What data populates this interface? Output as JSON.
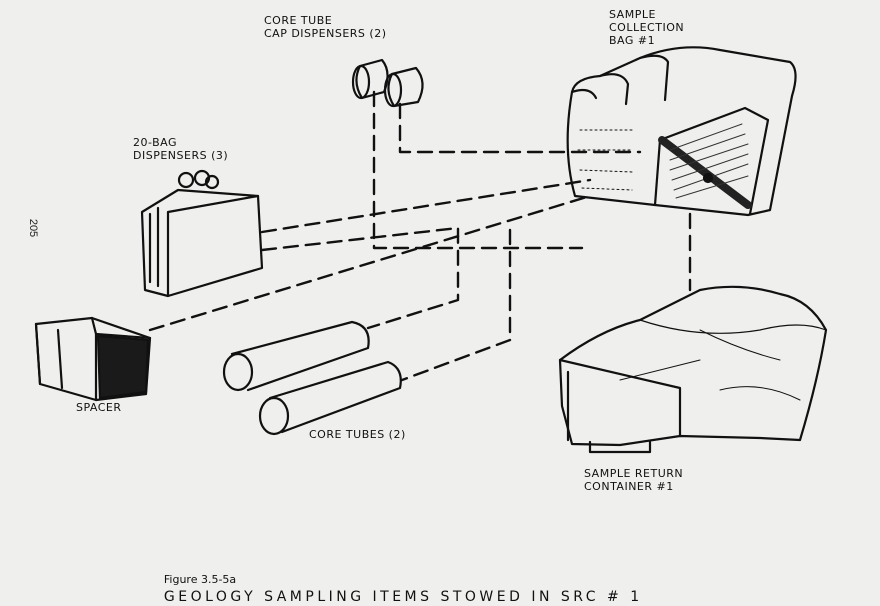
{
  "page_number": "205",
  "labels": {
    "core_tube_cap_dispensers": "CORE TUBE\nCAP DISPENSERS (2)",
    "sample_collection_bag": "SAMPLE\nCOLLECTION\nBAG #1",
    "bag_dispensers": "20-BAG\nDISPENSERS (3)",
    "spacer": "SPACER",
    "core_tubes": "CORE TUBES (2)",
    "sample_return_container": "SAMPLE RETURN\nCONTAINER #1"
  },
  "caption": {
    "figure_number": "Figure 3.5-5a",
    "title": "GEOLOGY SAMPLING ITEMS STOWED IN SRC # 1"
  },
  "colors": {
    "ink": "#111111",
    "paper": "#efefed"
  }
}
